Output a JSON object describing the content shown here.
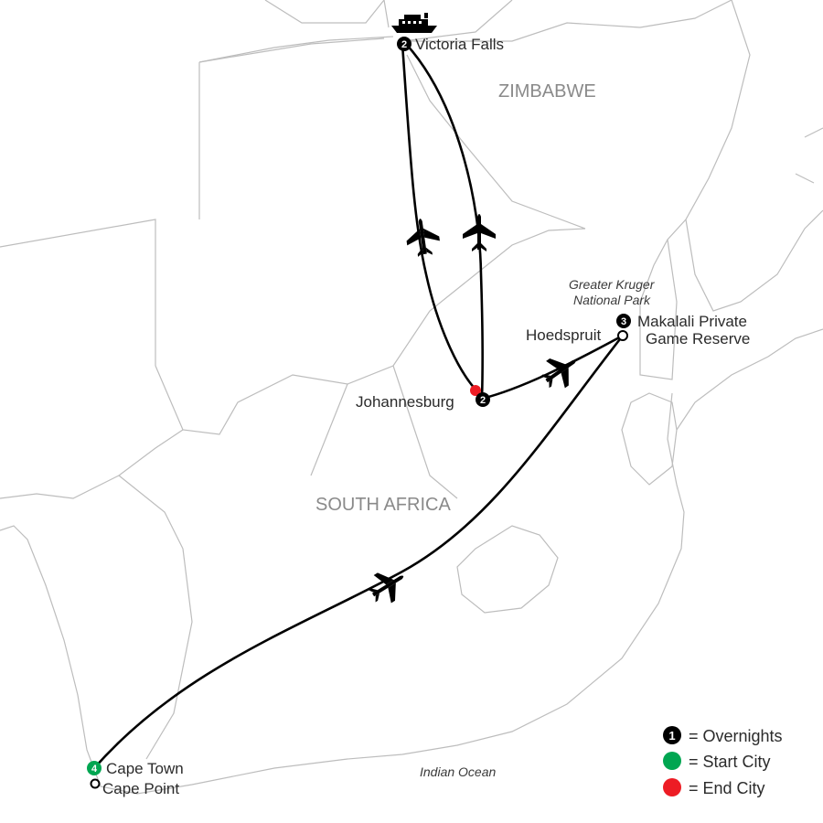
{
  "countries": {
    "zimbabwe": "ZIMBABWE",
    "south_africa": "SOUTH AFRICA"
  },
  "water": {
    "indian_ocean": "Indian Ocean"
  },
  "region": {
    "kruger_line1": "Greater Kruger",
    "kruger_line2": "National Park"
  },
  "cities": {
    "victoria_falls": {
      "name": "Victoria Falls",
      "overnights": "2"
    },
    "johannesburg": {
      "name": "Johannesburg",
      "overnights": "2"
    },
    "hoedspruit": {
      "name": "Hoedspruit"
    },
    "makalali": {
      "line1": "Makalali Private",
      "line2": "Game Reserve",
      "overnights": "3"
    },
    "cape_town": {
      "name": "Cape Town",
      "overnights": "4"
    },
    "cape_point": {
      "name": "Cape Point"
    }
  },
  "legend": {
    "badge_number": "1",
    "overnights": "= Overnights",
    "start_city": "= Start City",
    "end_city": "= End City"
  },
  "colors": {
    "overnight_badge": "#000000",
    "start_city": "#00a651",
    "end_city": "#ed1c24",
    "border": "#bdbdbd",
    "route": "#000000"
  },
  "icons": {
    "transport_victoria_falls": "boat-icon",
    "flight_legs": "airplane-icon"
  }
}
